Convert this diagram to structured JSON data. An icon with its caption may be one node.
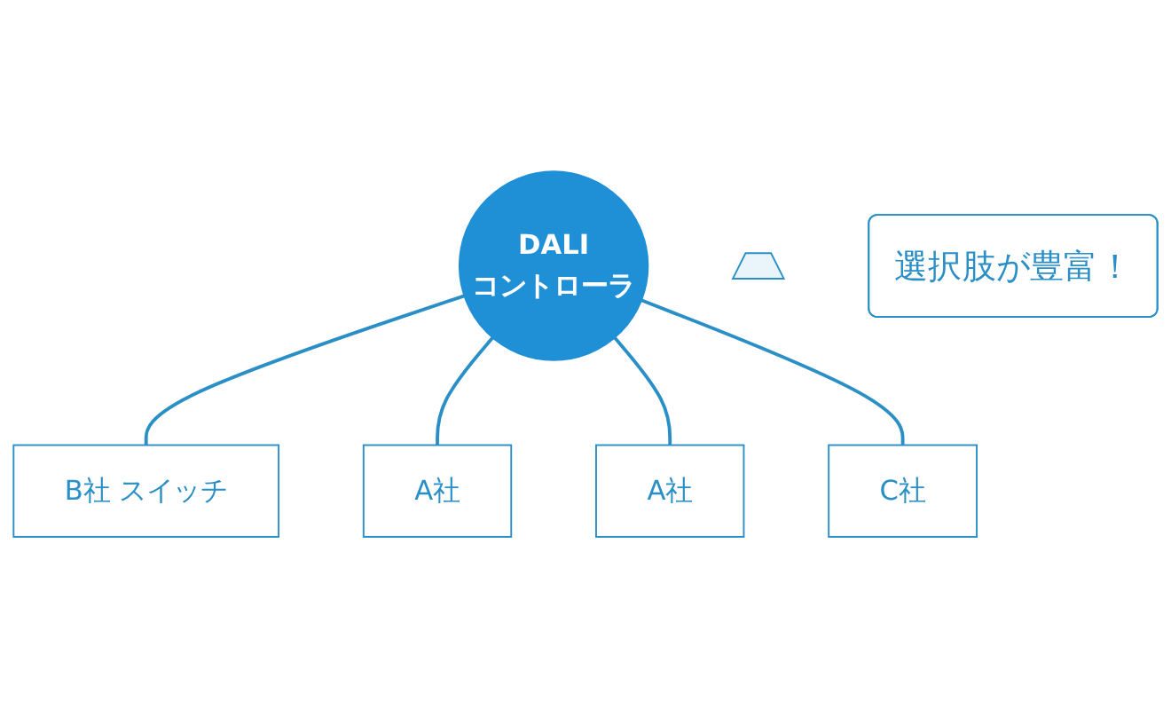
{
  "diagram": {
    "nodes": [
      {
        "text": [
          "DALI",
          "コントローラ"
        ]
      },
      {
        "text": [
          "B社 スイッチ"
        ]
      },
      {
        "text": [
          "A社"
        ]
      },
      {
        "text": [
          "A社"
        ]
      },
      {
        "text": [
          "C社"
        ]
      },
      {
        "text": [],
        "shape": "person"
      },
      {
        "text": [
          "選択肢が豊富！"
        ]
      }
    ],
    "edges": [
      {
        "from": 0,
        "to": 1,
        "arrow": "none"
      },
      {
        "from": 0,
        "to": 2,
        "arrow": "none"
      },
      {
        "from": 0,
        "to": 3,
        "arrow": "none"
      },
      {
        "from": 0,
        "to": 4,
        "arrow": "none"
      }
    ]
  }
}
